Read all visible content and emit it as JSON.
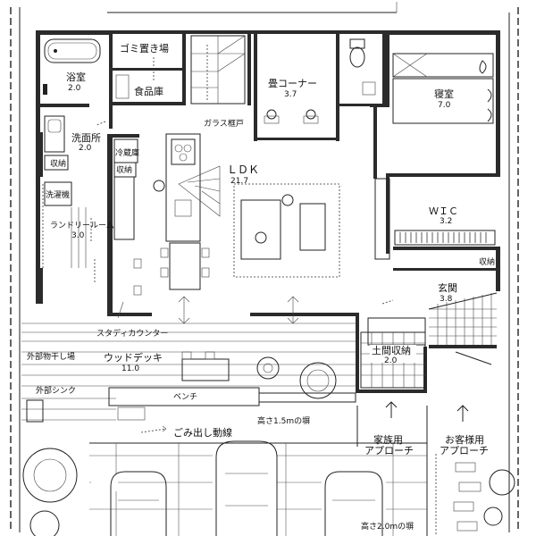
{
  "rooms": {
    "bath": {
      "name": "浴室",
      "area": "2.0"
    },
    "garbage": {
      "name": "ゴミ置き場"
    },
    "pantry": {
      "name": "食品庫"
    },
    "tatami": {
      "name": "畳コーナー",
      "area": "3.7"
    },
    "bedroom": {
      "name": "寝室",
      "area": "7.0"
    },
    "washroom": {
      "name": "洗面所",
      "area": "2.0"
    },
    "glass_door": {
      "name": "ガラス框戸"
    },
    "storage1": {
      "name": "収納"
    },
    "fridge": {
      "name": "冷蔵庫"
    },
    "storage2": {
      "name": "収納"
    },
    "washer": {
      "name": "洗濯機"
    },
    "laundry": {
      "name": "ランドリールーム",
      "area": "3.0"
    },
    "ldk": {
      "name": "ＬＤＫ",
      "area": "21.7"
    },
    "wic": {
      "name": "ＷＩＣ",
      "area": "3.2"
    },
    "storage3": {
      "name": "収納"
    },
    "entrance": {
      "name": "玄関",
      "area": "3.8"
    },
    "study": {
      "name": "スタディカウンター"
    },
    "outdoor_dry": {
      "name": "外部物干し場"
    },
    "deck": {
      "name": "ウッドデッキ",
      "area": "11.0"
    },
    "shoe_storage": {
      "name": "土間収納",
      "area": "2.0"
    },
    "outdoor_sink": {
      "name": "外部シンク"
    },
    "bench": {
      "name": "ベンチ"
    },
    "fence15": {
      "name": "高さ1.5mの塀"
    },
    "garbage_route": {
      "name": "ごみ出し動線"
    },
    "family_approach": {
      "line1": "家族用",
      "line2": "アプローチ"
    },
    "guest_approach": {
      "line1": "お客様用",
      "line2": "アプローチ"
    },
    "fence20": {
      "name": "高さ2.0mの塀"
    }
  }
}
